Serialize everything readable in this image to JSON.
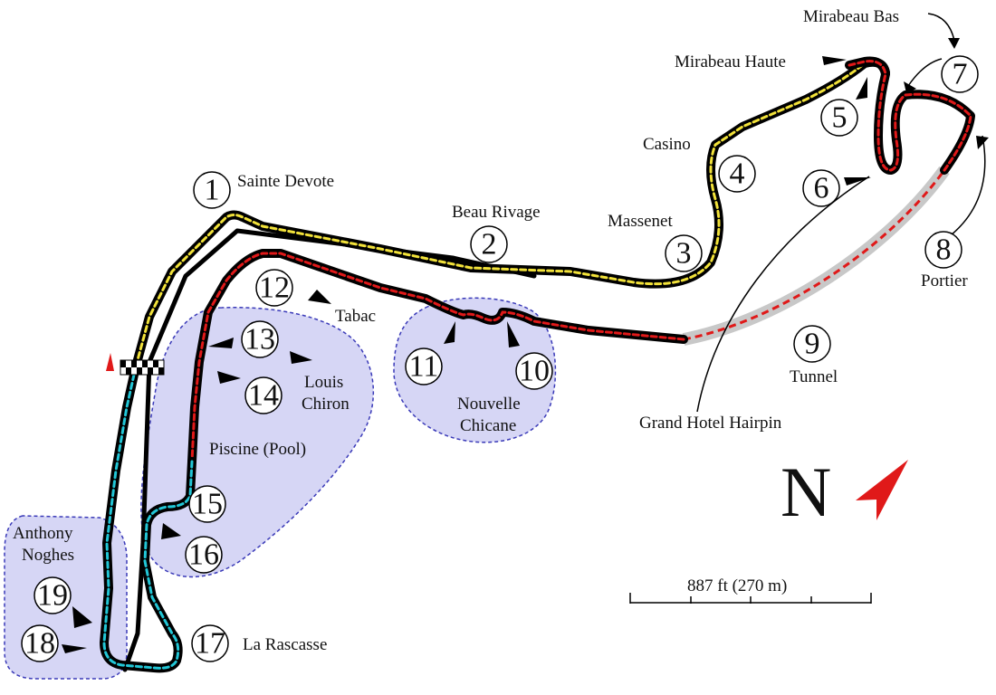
{
  "map": {
    "corners": [
      {
        "num": "1",
        "name": "Sainte Devote"
      },
      {
        "num": "2",
        "name": "Beau Rivage"
      },
      {
        "num": "3",
        "name": "Massenet"
      },
      {
        "num": "4",
        "name": "Casino"
      },
      {
        "num": "5",
        "name": "Mirabeau Haute"
      },
      {
        "num": "6",
        "name": "Grand Hotel Hairpin"
      },
      {
        "num": "7",
        "name": "Mirabeau Bas"
      },
      {
        "num": "8",
        "name": "Portier"
      },
      {
        "num": "9",
        "name": "Tunnel"
      },
      {
        "num": "10",
        "name": "Nouvelle Chicane"
      },
      {
        "num": "11",
        "name": ""
      },
      {
        "num": "12",
        "name": "Tabac"
      },
      {
        "num": "13",
        "name": "Louis Chiron"
      },
      {
        "num": "14",
        "name": ""
      },
      {
        "num": "15",
        "name": "Piscine (Pool)"
      },
      {
        "num": "16",
        "name": ""
      },
      {
        "num": "17",
        "name": "La Rascasse"
      },
      {
        "num": "18",
        "name": "Anthony Noghes"
      },
      {
        "num": "19",
        "name": ""
      }
    ],
    "zone_labels": {
      "louis_chiron_1": "Louis",
      "louis_chiron_2": "Chiron",
      "piscine": "Piscine (Pool)",
      "nouvelle_1": "Nouvelle",
      "nouvelle_2": "Chicane",
      "anthony_1": "Anthony",
      "anthony_2": "Noghes"
    },
    "compass": {
      "label": "N"
    },
    "scale": {
      "label": "887 ft (270 m)"
    },
    "colors": {
      "track_outline": "#000000",
      "sector_yellow": "#f2e23a",
      "sector_red": "#e01919",
      "sector_cyan": "#22c6d6",
      "tunnel": "#c8c8c8",
      "zone_fill": "#d6d6f5",
      "zone_border": "#3a3ab8",
      "north_arrow": "#e01919"
    }
  }
}
